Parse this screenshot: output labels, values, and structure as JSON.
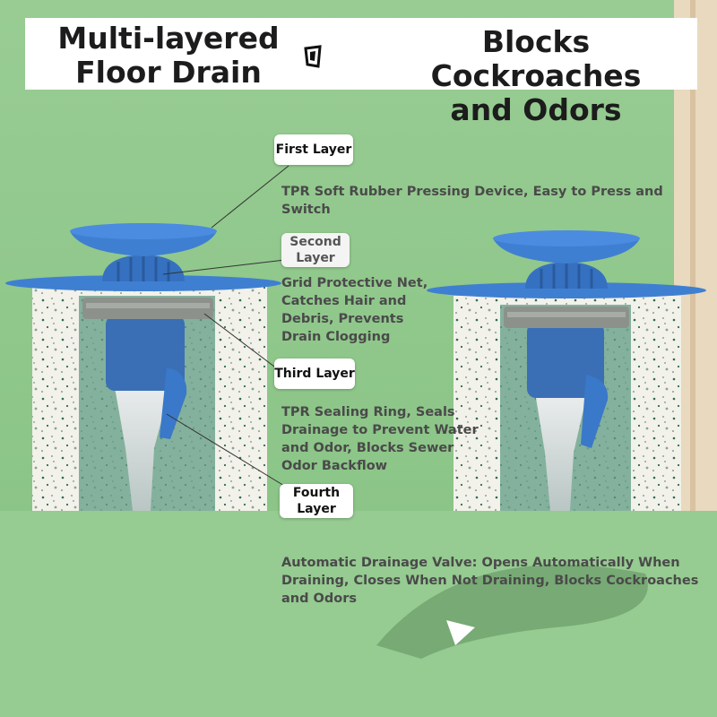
{
  "header": {
    "title_line1": "Multi-layered",
    "title_line2": "Floor Drain",
    "tagline_line1": "Blocks Cockroaches",
    "tagline_line2": "and Odors",
    "logo_icon": "drain-logo-icon"
  },
  "layers": [
    {
      "label_line1": "First Layer",
      "label_line2": "",
      "description": "TPR Soft Rubber Pressing Device, Easy to Press and Switch"
    },
    {
      "label_line1": "Second",
      "label_line2": "Layer",
      "description": "Grid Protective Net, Catches Hair and Debris, Prevents Drain Clogging"
    },
    {
      "label_line1": "Third Layer",
      "label_line2": "",
      "description": "TPR Sealing Ring, Seals Drainage to Prevent Water and Odor, Blocks Sewer Odor Backflow"
    },
    {
      "label_line1": "Fourth",
      "label_line2": "Layer",
      "description": "Automatic Drainage Valve: Opens Automatically When Draining, Closes When Not Draining, Blocks Cockroaches and Odors"
    }
  ],
  "colors": {
    "background_green": "#8fc78b",
    "product_blue": "#3a78c9",
    "seal_grey": "#8d918c",
    "stone_white": "#f2f1ea"
  }
}
